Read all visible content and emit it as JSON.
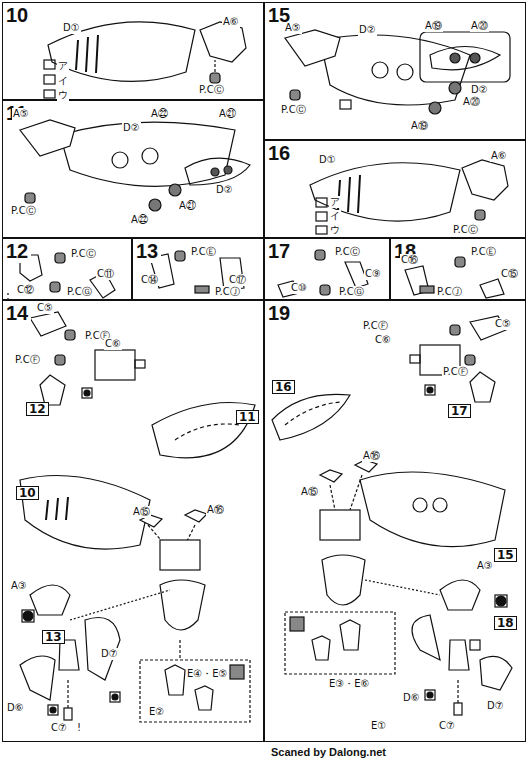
{
  "diagram": {
    "nodes": [
      {
        "text": [
          "10"
        ]
      },
      {
        "text": [
          "15"
        ]
      },
      {
        "text": [
          "11"
        ]
      },
      {
        "text": [
          "16"
        ]
      },
      {
        "text": [
          "12"
        ]
      },
      {
        "text": [
          "13"
        ]
      },
      {
        "text": [
          "17"
        ]
      },
      {
        "text": [
          "18"
        ]
      },
      {
        "text": [
          "14"
        ]
      },
      {
        "text": [
          "19"
        ]
      }
    ],
    "labels": [
      "D①",
      "A⑥",
      "ア",
      "イ",
      "ウ",
      "P.CⒸ",
      "A⑤",
      "D②",
      "A㉒",
      "A㉑",
      "D②",
      "P.CⒸ",
      "A㉑",
      "A㉒",
      "A⑤",
      "D②",
      "A⑲",
      "A⑳",
      "D②",
      "A⑳",
      "P.CⒸ",
      "A⑲",
      "D①",
      "A⑥",
      "ア",
      "イ",
      "ウ",
      "P.CⒸ",
      "P.CⒸ",
      "C⑪",
      "C⑫",
      "P.CⒼ",
      "P.CⒺ",
      "C⑭",
      "C⑰",
      "P.CⒿ",
      "P.CⒸ",
      "C⑩",
      "C⑨",
      "P.CⒼ",
      "P.CⒺ",
      "C⑯",
      "C⑮",
      "P.CⒿ",
      "C⑤",
      "P.CⒻ",
      "C⑥",
      "P.CⒻ",
      "12",
      "11",
      "A⑮",
      "A⑯",
      "10",
      "A③",
      "13",
      "D⑥",
      "D⑦",
      "C⑦",
      "!",
      "E②",
      "E④・E⑤",
      "P.CⒻ",
      "C⑤",
      "C⑥",
      "P.CⒻ",
      "17",
      "16",
      "A⑯",
      "A⑮",
      "15",
      "A③",
      "18",
      "D⑥",
      "D⑦",
      "C⑦",
      "E③・E⑥",
      "E①",
      "Scaned by Dalong.net"
    ]
  }
}
